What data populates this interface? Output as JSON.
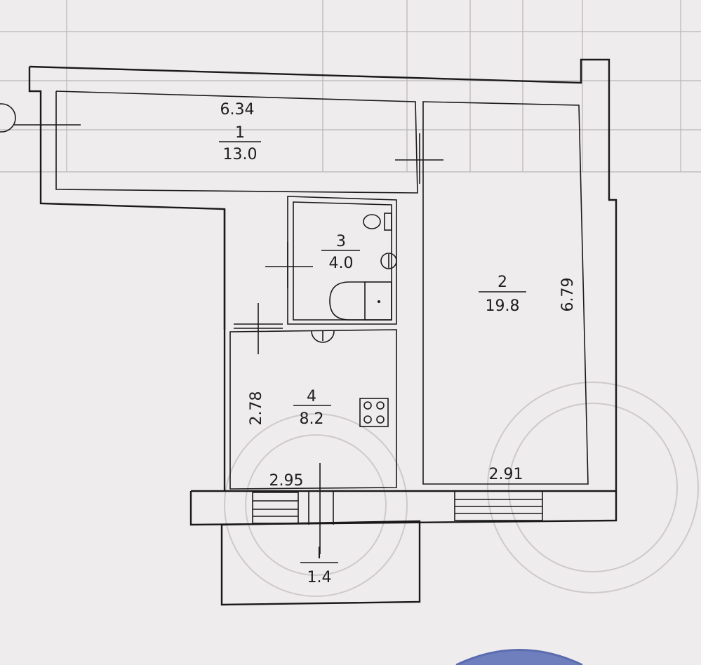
{
  "rooms": [
    {
      "number": "1",
      "area": "13.0",
      "width": "6.34"
    },
    {
      "number": "2",
      "area": "19.8",
      "length": "6.79",
      "width": "2.91"
    },
    {
      "number": "3",
      "area": "4.0"
    },
    {
      "number": "4",
      "area": "8.2",
      "length": "2.78",
      "width": "2.95"
    },
    {
      "number": "I",
      "area": "1.4"
    }
  ],
  "colors": {
    "paper": "#efeced",
    "ink": "#1a1a1a",
    "faded": "#c9c5c7"
  },
  "icons": [
    "entry-marker-icon",
    "toilet-icon",
    "sink-icon",
    "bathtub-icon",
    "stove-icon",
    "window-icon",
    "official-stamp-icon"
  ]
}
